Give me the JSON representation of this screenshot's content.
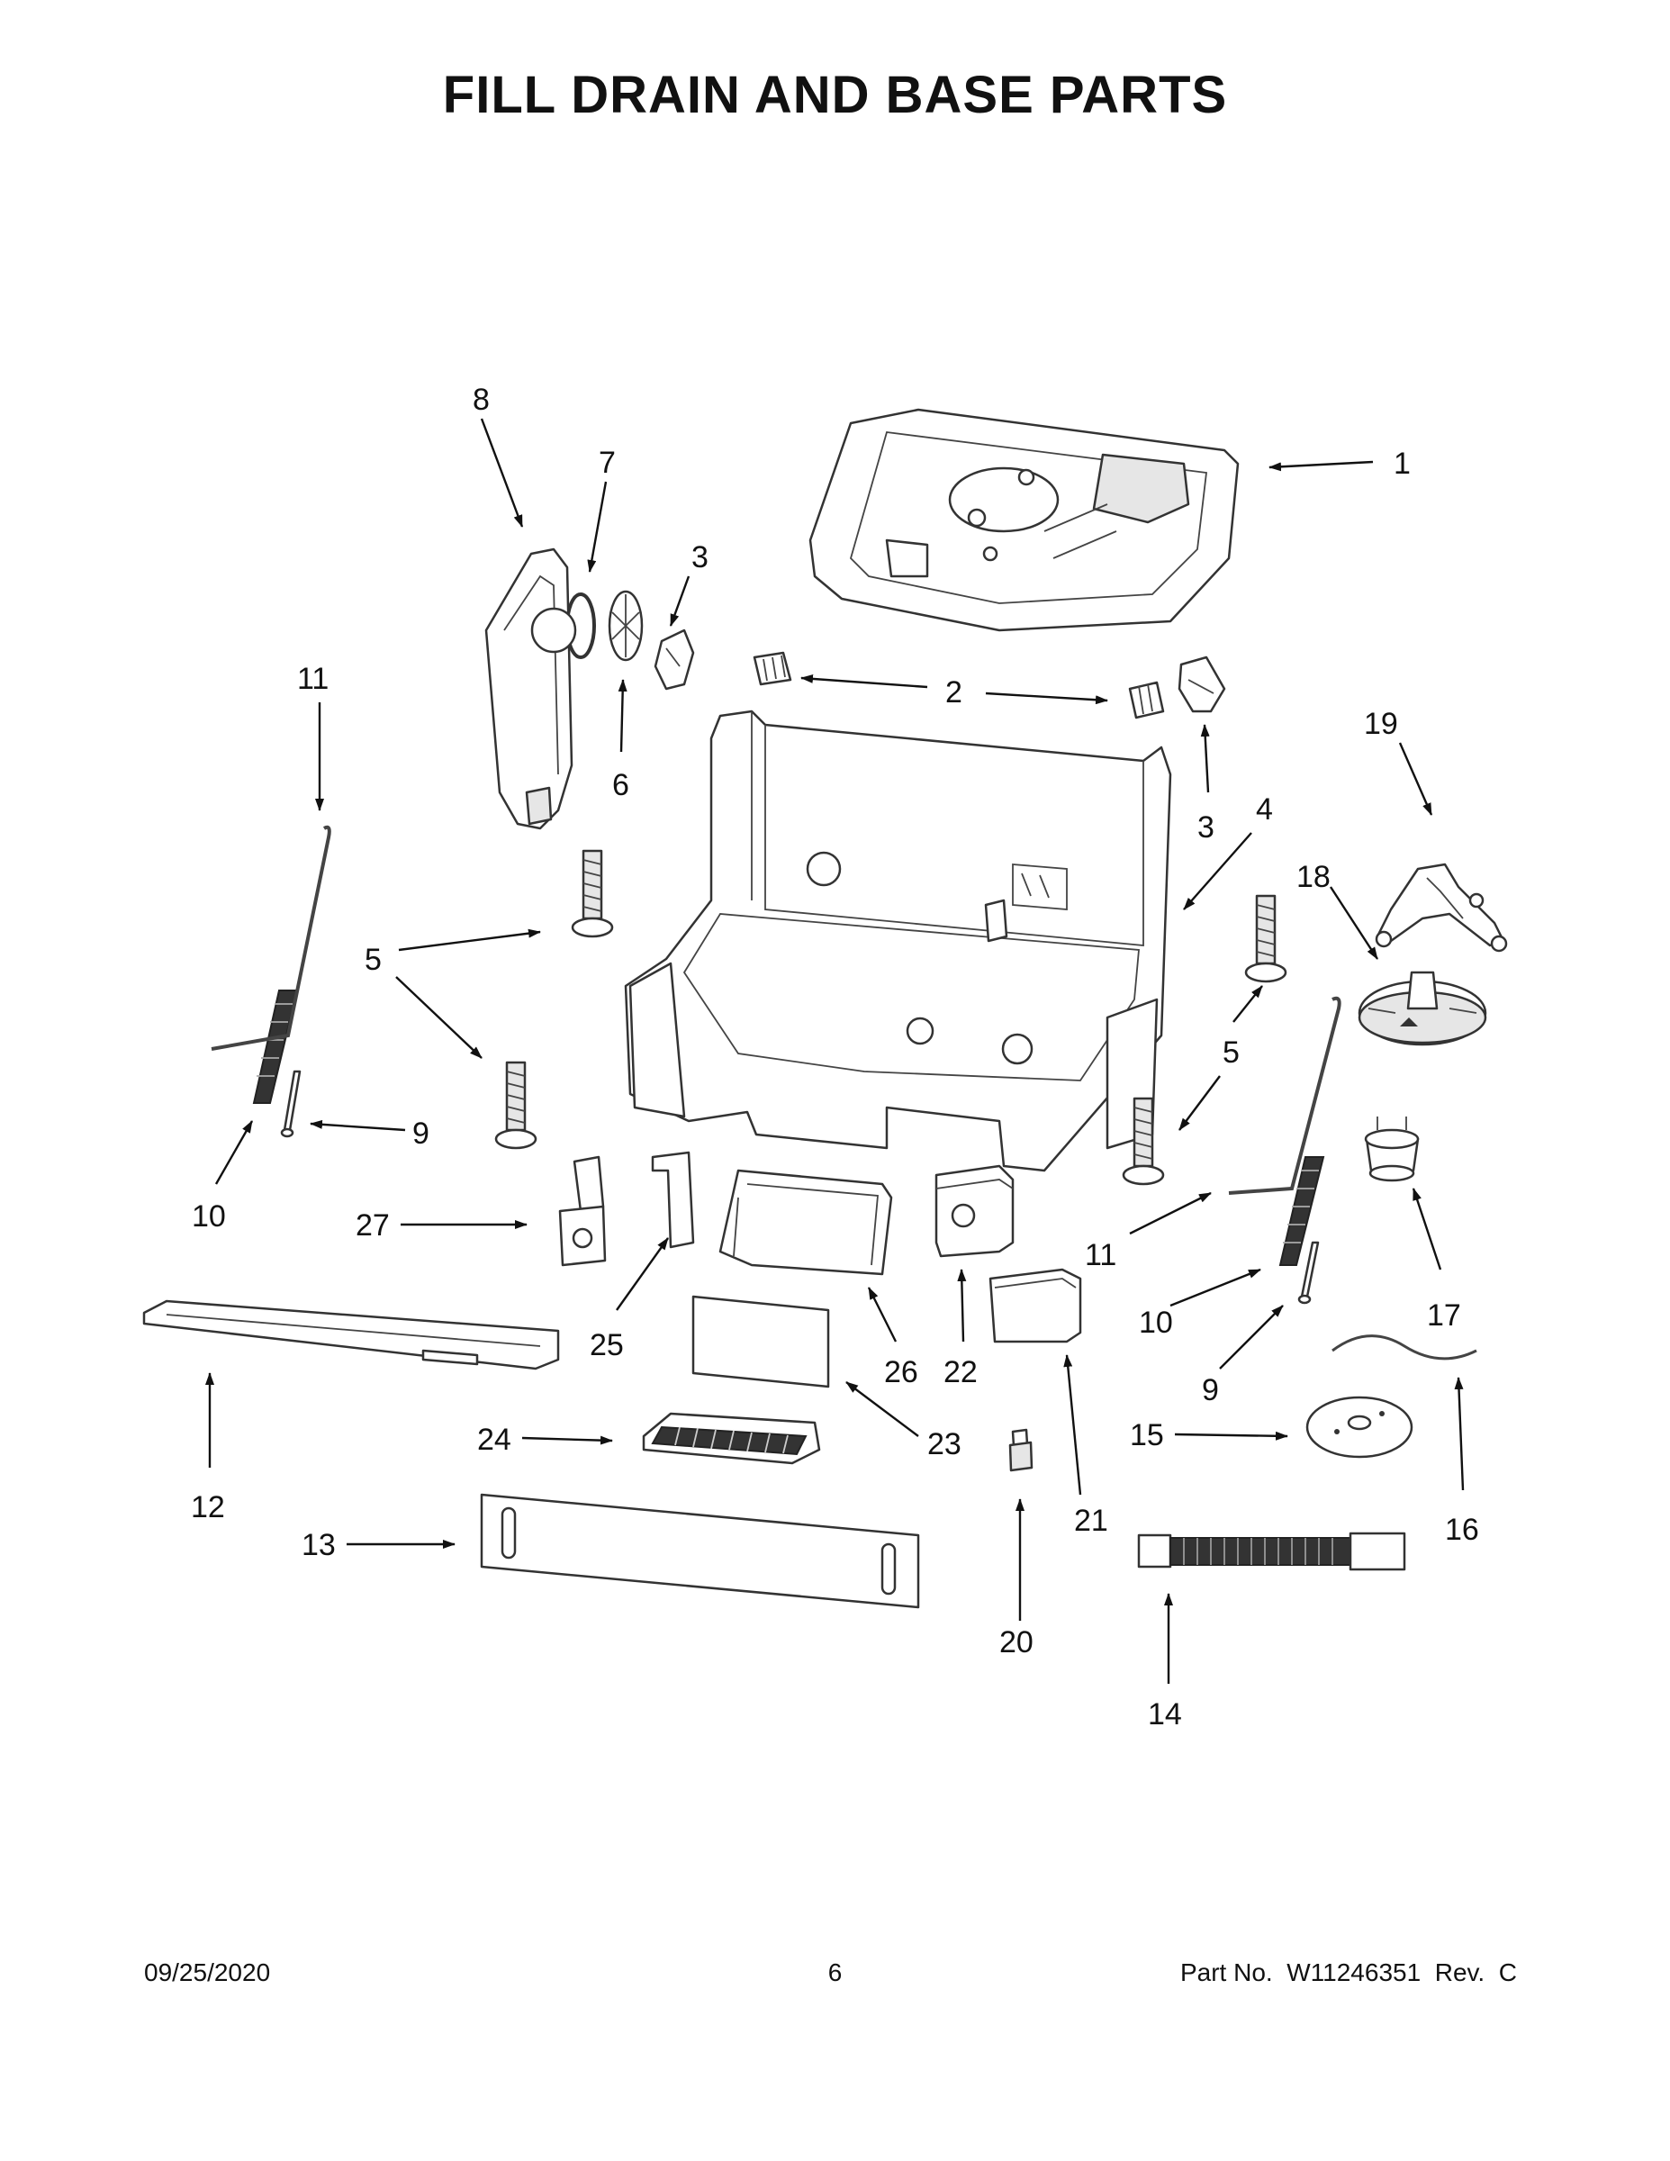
{
  "page": {
    "title": "FILL DRAIN AND BASE PARTS",
    "footer_date": "09/25/2020",
    "footer_page": "6",
    "footer_part": "Part No.  W11246351  Rev.  C"
  },
  "callouts": [
    {
      "id": "c1",
      "label": "1"
    },
    {
      "id": "c2",
      "label": "2"
    },
    {
      "id": "c3a",
      "label": "3"
    },
    {
      "id": "c3b",
      "label": "3"
    },
    {
      "id": "c4",
      "label": "4"
    },
    {
      "id": "c5a",
      "label": "5"
    },
    {
      "id": "c5b",
      "label": "5"
    },
    {
      "id": "c6",
      "label": "6"
    },
    {
      "id": "c7",
      "label": "7"
    },
    {
      "id": "c8",
      "label": "8"
    },
    {
      "id": "c9a",
      "label": "9"
    },
    {
      "id": "c9b",
      "label": "9"
    },
    {
      "id": "c10a",
      "label": "10"
    },
    {
      "id": "c10b",
      "label": "10"
    },
    {
      "id": "c11a",
      "label": "11"
    },
    {
      "id": "c11b",
      "label": "11"
    },
    {
      "id": "c12",
      "label": "12"
    },
    {
      "id": "c13",
      "label": "13"
    },
    {
      "id": "c14",
      "label": "14"
    },
    {
      "id": "c15",
      "label": "15"
    },
    {
      "id": "c16",
      "label": "16"
    },
    {
      "id": "c17",
      "label": "17"
    },
    {
      "id": "c18",
      "label": "18"
    },
    {
      "id": "c19",
      "label": "19"
    },
    {
      "id": "c20",
      "label": "20"
    },
    {
      "id": "c21",
      "label": "21"
    },
    {
      "id": "c22",
      "label": "22"
    },
    {
      "id": "c23",
      "label": "23"
    },
    {
      "id": "c24",
      "label": "24"
    },
    {
      "id": "c25",
      "label": "25"
    },
    {
      "id": "c26",
      "label": "26"
    },
    {
      "id": "c27",
      "label": "27"
    }
  ]
}
